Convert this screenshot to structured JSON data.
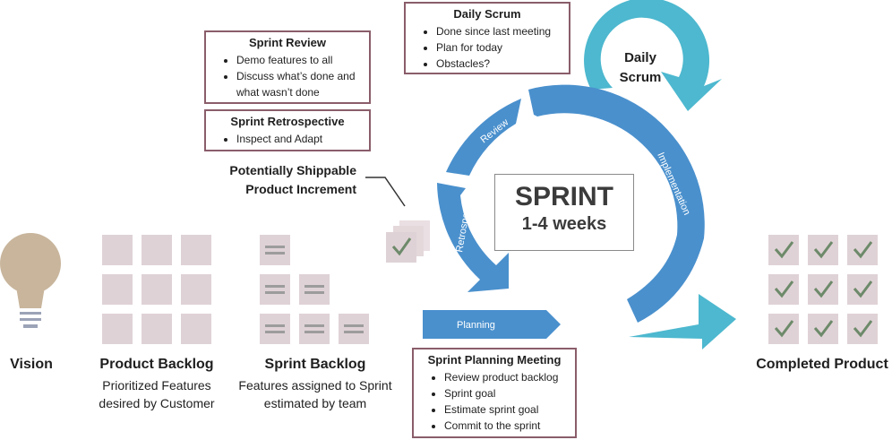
{
  "daily_scrum_box": {
    "title": "Daily Scrum",
    "items": [
      "Done since last meeting",
      "Plan for today",
      "Obstacles?"
    ]
  },
  "sprint_review_box": {
    "title": "Sprint Review",
    "items": [
      "Demo features to all",
      "Discuss what’s done and what wasn’t done"
    ]
  },
  "sprint_retro_box": {
    "title": "Sprint Retrospective",
    "items": [
      "Inspect and Adapt"
    ]
  },
  "shippable_label": {
    "line1": "Potentially Shippable",
    "line2": "Product Increment"
  },
  "daily_scrum_arrow": {
    "line1": "Daily",
    "line2": "Scrum"
  },
  "cycle_labels": {
    "review": "Review",
    "retrospect": "Retrospect",
    "implementation": "Implementation",
    "planning": "Planning"
  },
  "sprint_center": {
    "title": "SPRINT",
    "duration": "1-4 weeks"
  },
  "planning_box": {
    "title": "Sprint Planning Meeting",
    "items": [
      "Review product backlog",
      "Sprint goal",
      "Estimate sprint goal",
      "Commit to the sprint"
    ]
  },
  "vision": {
    "label": "Vision"
  },
  "product_backlog": {
    "title": "Product Backlog",
    "line1": "Prioritized Features",
    "line2": "desired by Customer"
  },
  "sprint_backlog": {
    "title": "Sprint Backlog",
    "line1": "Features assigned to Sprint",
    "line2": "estimated by team"
  },
  "completed": {
    "label": "Completed Product"
  },
  "colors": {
    "cycle_blue": "#4a90cd",
    "scrum_teal": "#4db8cf",
    "box_border": "#8a5d6a",
    "tile": "#dfd2d6",
    "bulb": "#c8b59c"
  }
}
